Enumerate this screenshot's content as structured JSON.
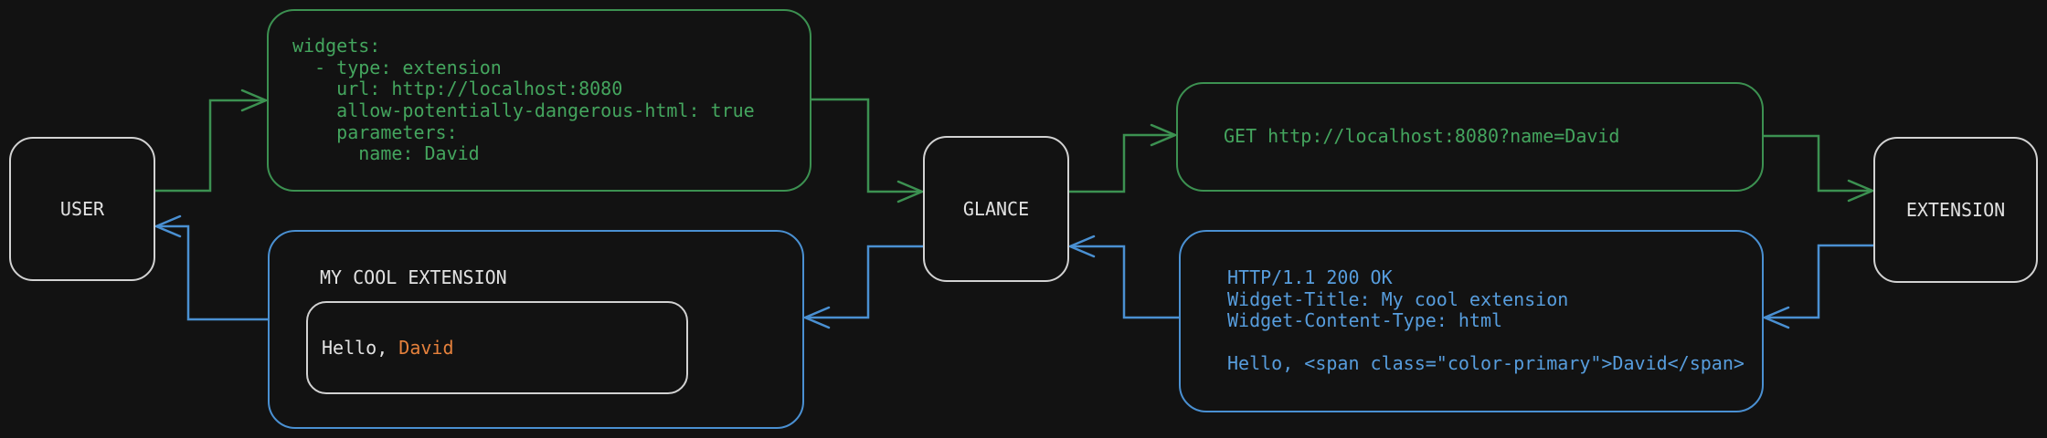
{
  "colors": {
    "background": "#121212",
    "green_line": "#3c9151",
    "green_text": "#44a55e",
    "blue_line": "#4a90d2",
    "blue_text": "#579ddd",
    "orange": "#e5813c",
    "node_border": "#d2d2d2",
    "light_text": "#e2e2e2"
  },
  "nodes": {
    "user": "USER",
    "glance": "GLANCE",
    "extension": "EXTENSION"
  },
  "config_box": {
    "lines": [
      "widgets:",
      "  - type: extension",
      "    url: http://localhost:8080",
      "    allow-potentially-dangerous-html: true",
      "    parameters:",
      "      name: David"
    ]
  },
  "request_box": {
    "text": "GET http://localhost:8080?name=David"
  },
  "response_box": {
    "lines": [
      "HTTP/1.1 200 OK",
      "Widget-Title: My cool extension",
      "Widget-Content-Type: html",
      "",
      "Hello, <span class=\"color-primary\">David</span>"
    ]
  },
  "widget_box": {
    "title": "MY COOL EXTENSION",
    "greeting_prefix": "Hello, ",
    "greeting_name": "David"
  }
}
